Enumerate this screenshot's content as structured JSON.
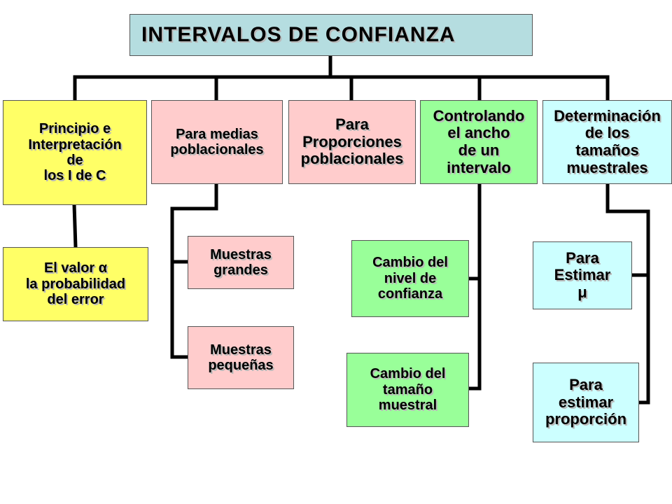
{
  "title": "INTERVALOS DE CONFIANZA",
  "colors": {
    "title": "#b5dde0",
    "yellow": "#ffff66",
    "pink": "#ffcccc",
    "green": "#99ff99",
    "cyan": "#ccffff"
  },
  "nodes": {
    "principio": "Principio e\nInterpretación\nde\nlos I de C",
    "valor_alfa": "El valor α\nla probabilidad\ndel error",
    "medias": "Para medias\npoblacionales",
    "muestras_grandes": "Muestras\ngrandes",
    "muestras_pequenas": "Muestras\npequeñas",
    "proporciones": "Para\nProporciones\npoblacionales",
    "controlando": "Controlando\nel ancho\nde un\nintervalo",
    "cambio_nivel": "Cambio del\nnivel de\nconfianza",
    "cambio_tamano": "Cambio del\ntamaño\nmuestral",
    "determinacion": "Determinación\nde los\ntamaños\nmuestrales",
    "estimar_mu": "Para\nEstimar\nμ",
    "estimar_proporcion": "Para\nestimar\nproporción"
  }
}
